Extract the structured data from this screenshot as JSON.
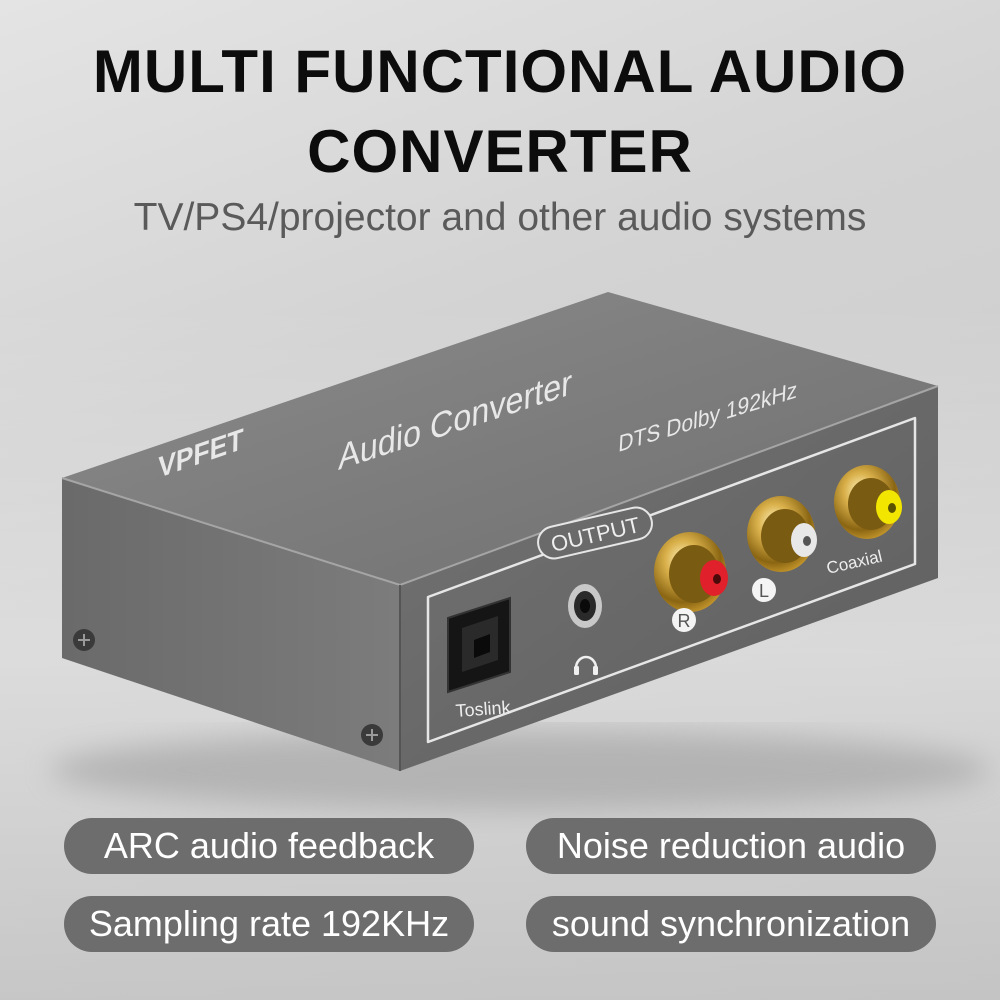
{
  "headline": {
    "line1": "MULTI FUNCTIONAL AUDIO",
    "line2": "CONVERTER"
  },
  "subtitle": "TV/PS4/projector and other audio systems",
  "device": {
    "brand": "VPFET",
    "model_label": "Audio Converter",
    "spec_label": "DTS Dolby 192kHz",
    "output_label": "OUTPUT",
    "ports": {
      "toslink": "Toslink",
      "right": "R",
      "left": "L",
      "coaxial": "Coaxial"
    },
    "colors": {
      "body": "#7a7a7a",
      "front": "#686868",
      "right_jack": "#e0202a",
      "left_jack": "#e8e8e8",
      "coax_jack": "#f2e600",
      "gold": "#c9a13a"
    }
  },
  "features": [
    "ARC audio feedback",
    "Noise reduction audio",
    "Sampling rate 192KHz",
    "sound synchronization"
  ]
}
